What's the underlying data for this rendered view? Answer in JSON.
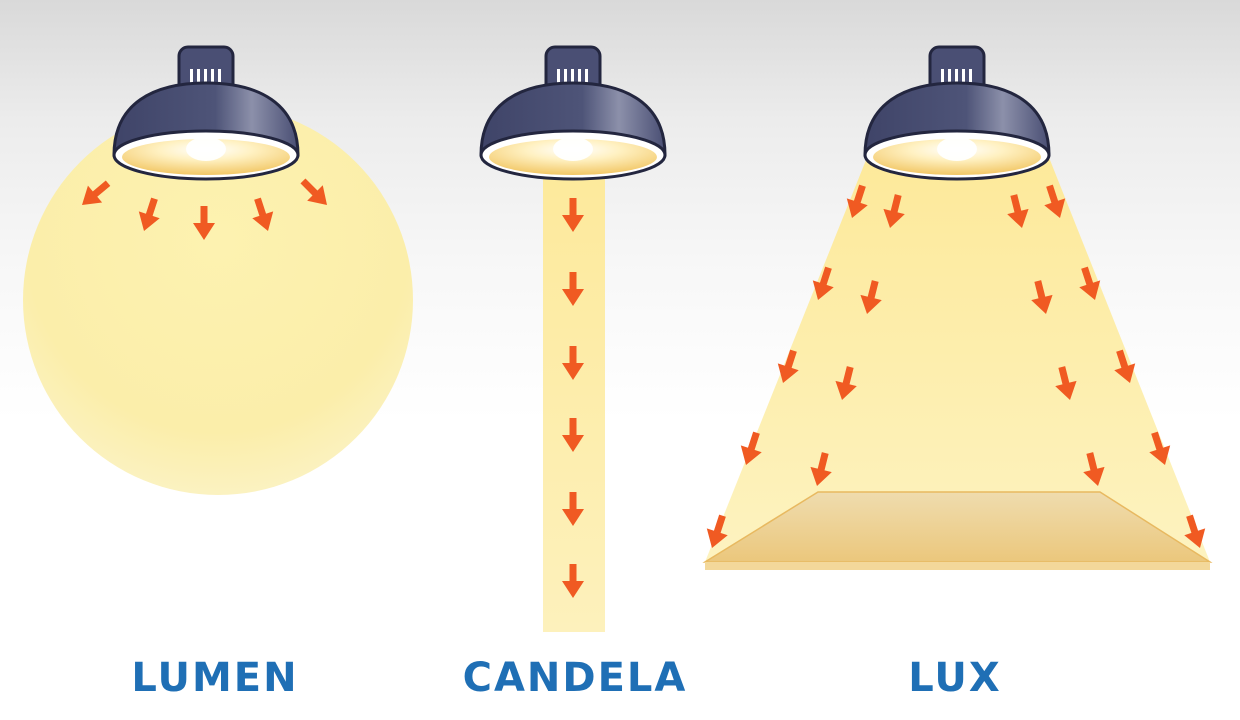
{
  "colors": {
    "light_yellow": "#fbeeaa",
    "beam_yellow": "#fdf0a0",
    "arrow_orange": "#f05a22",
    "lamp_navy": "#4a4f74",
    "label_blue": "#1f6fb5",
    "surface_tan": "#efd9a0"
  },
  "icons": {
    "lamp": "pendant-lamp-icon",
    "arrow": "down-arrow-icon"
  },
  "panels": [
    {
      "key": "lumen",
      "label": "LUMEN"
    },
    {
      "key": "candela",
      "label": "CANDELA"
    },
    {
      "key": "lux",
      "label": "LUX"
    }
  ]
}
